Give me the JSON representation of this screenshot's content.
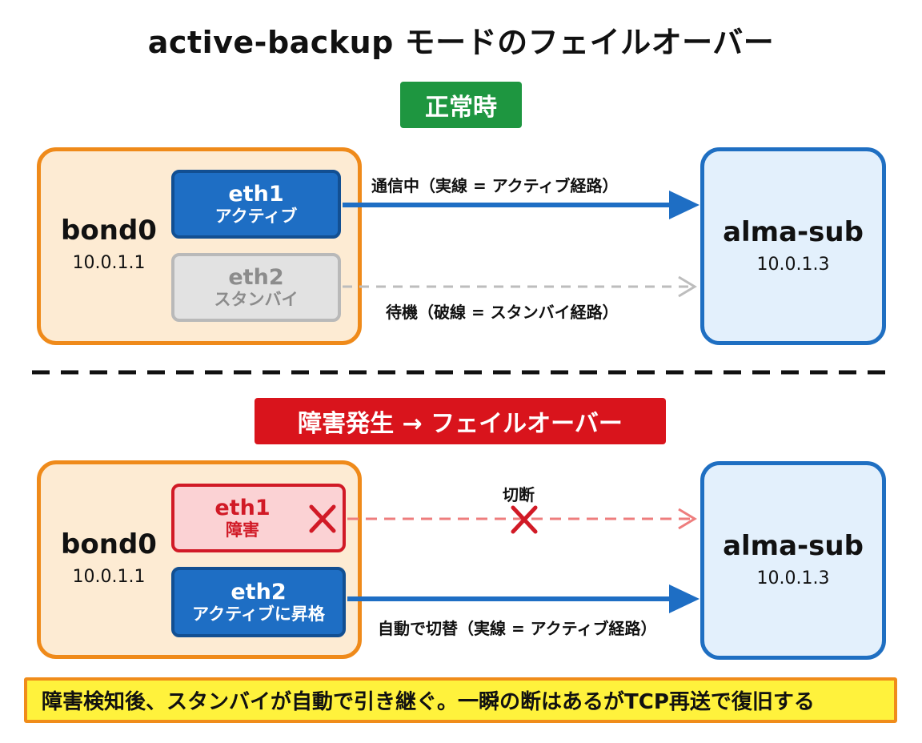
{
  "title": "active-backup モードのフェイルオーバー",
  "normal": {
    "badge": "正常時",
    "host": {
      "name": "bond0",
      "ip": "10.0.1.1"
    },
    "eth1": {
      "name": "eth1",
      "role": "アクティブ"
    },
    "eth2": {
      "name": "eth2",
      "role": "スタンバイ"
    },
    "active_label": "通信中（実線 = アクティブ経路）",
    "standby_label": "待機（破線 = スタンバイ経路）",
    "remote": {
      "name": "alma-sub",
      "ip": "10.0.1.3"
    }
  },
  "failure": {
    "badge": "障害発生 → フェイルオーバー",
    "host": {
      "name": "bond0",
      "ip": "10.0.1.1"
    },
    "eth1": {
      "name": "eth1",
      "role": "障害"
    },
    "eth2": {
      "name": "eth2",
      "role": "アクティブに昇格"
    },
    "cut_label": "切断",
    "switch_label": "自動で切替（実線 = アクティブ経路）",
    "remote": {
      "name": "alma-sub",
      "ip": "10.0.1.3"
    }
  },
  "note": "障害検知後、スタンバイが自動で引き継ぐ。一瞬の断はあるがTCP再送で復旧する",
  "colors": {
    "active_blue": "#1e6ec4",
    "standby_gray": "#bdbdbd",
    "failure_red": "#d11a26",
    "normal_green": "#1e9640",
    "host_orange": "#ef8a1a",
    "note_yellow": "#fff23c"
  }
}
